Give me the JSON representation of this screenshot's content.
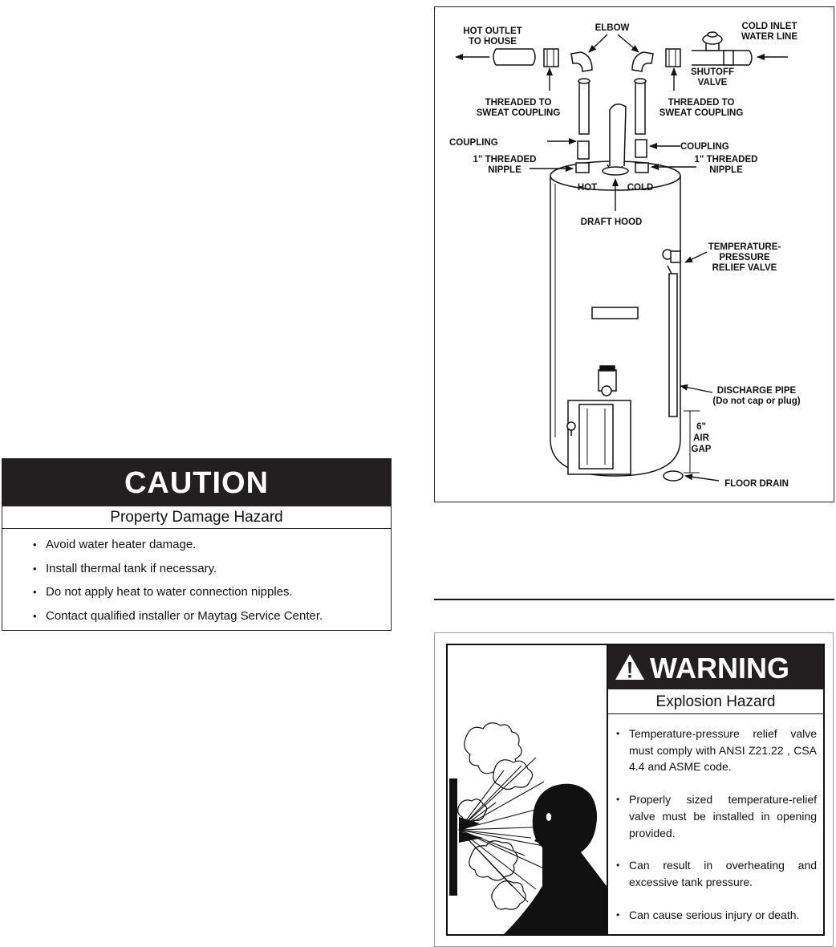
{
  "caution": {
    "signal_word": "CAUTION",
    "hazard": "Property Damage Hazard",
    "items": [
      "Avoid water heater damage.",
      "Install thermal tank if necessary.",
      "Do not apply heat to water connection nipples.",
      "Contact qualified installer or Maytag Service Center."
    ]
  },
  "diagram": {
    "labels": {
      "hot_outlet_1": "HOT OUTLET",
      "hot_outlet_2": "TO HOUSE",
      "elbow": "ELBOW",
      "cold_inlet_1": "COLD INLET",
      "cold_inlet_2": "WATER LINE",
      "shutoff_1": "SHUTOFF",
      "shutoff_2": "VALVE",
      "ttsc_left_1": "THREADED TO",
      "ttsc_left_2": "SWEAT COUPLING",
      "ttsc_right_1": "THREADED TO",
      "ttsc_right_2": "SWEAT COUPLING",
      "coupling_left": "COUPLING",
      "coupling_right": "COUPLING",
      "nipple_left_1": "1\" THREADED",
      "nipple_left_2": "NIPPLE",
      "nipple_right_1": "1\" THREADED",
      "nipple_right_2": "NIPPLE",
      "hot": "HOT",
      "cold": "COLD",
      "draft_hood": "DRAFT HOOD",
      "tp_valve_1": "TEMPERATURE-",
      "tp_valve_2": "PRESSURE",
      "tp_valve_3": "RELIEF VALVE",
      "discharge_1": "DISCHARGE PIPE",
      "discharge_2": "(Do not cap or plug)",
      "air_gap_1": "6\"",
      "air_gap_2": "AIR",
      "air_gap_3": "GAP",
      "floor_drain": "FLOOR DRAIN"
    }
  },
  "warning": {
    "signal_word": "WARNING",
    "hazard": "Explosion Hazard",
    "items": [
      "Temperature-pressure relief valve must comply with ANSI Z21.22 , CSA 4.4 and ASME code.",
      "Properly sized temperature-relief valve must be installed in opening provided.",
      "Can result in overheating and excessive tank pressure.",
      "Can cause serious injury or death."
    ]
  }
}
